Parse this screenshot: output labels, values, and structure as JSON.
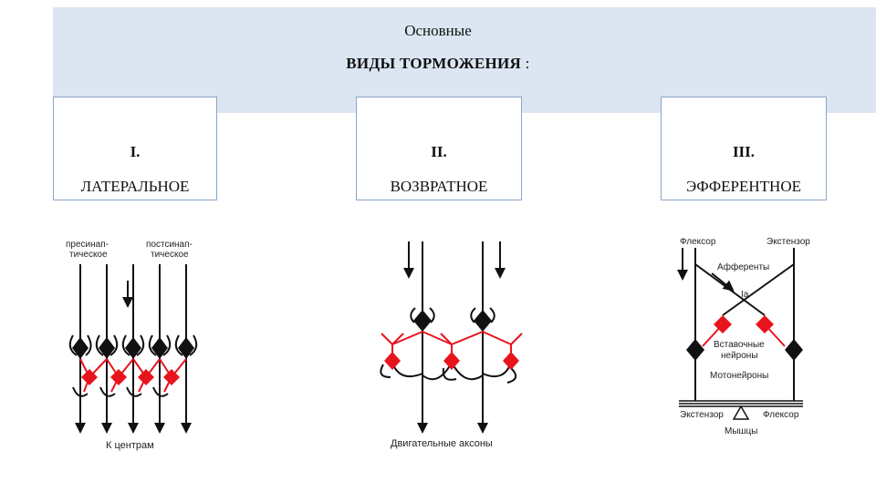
{
  "header": {
    "line1": "Основные",
    "line2_main": "ВИДЫ ТОРМОЖЕНИЯ",
    "line2_suffix": " :"
  },
  "cards": [
    {
      "number": "I.",
      "name": "ЛАТЕРАЛЬНОЕ"
    },
    {
      "number": "II.",
      "name": "ВОЗВРАТНОЕ"
    },
    {
      "number": "III.",
      "name": "ЭФФЕРЕНТНОЕ"
    }
  ],
  "diagram_lateral": {
    "label_left_1": "пресинап-",
    "label_left_2": "тическое",
    "label_right_1": "постсинап-",
    "label_right_2": "тическое",
    "label_bottom": "К центрам"
  },
  "diagram_recurrent": {
    "label_bottom": "Двигательные аксоны"
  },
  "diagram_efferent": {
    "label_flexor": "Флексор",
    "label_extensor": "Экстензор",
    "label_afferents": "Афференты",
    "label_ia": "Ia",
    "label_interneurons_1": "Вставочные",
    "label_interneurons_2": "нейроны",
    "label_motoneurons": "Мотонейроны",
    "label_extensor_bottom": "Экстензор",
    "label_flexor_bottom": "Флексор",
    "label_muscles": "Мышцы"
  },
  "colors": {
    "header_band": "#dbe6f2",
    "inhibitory": "#e8141c",
    "excitatory": "#111111"
  }
}
